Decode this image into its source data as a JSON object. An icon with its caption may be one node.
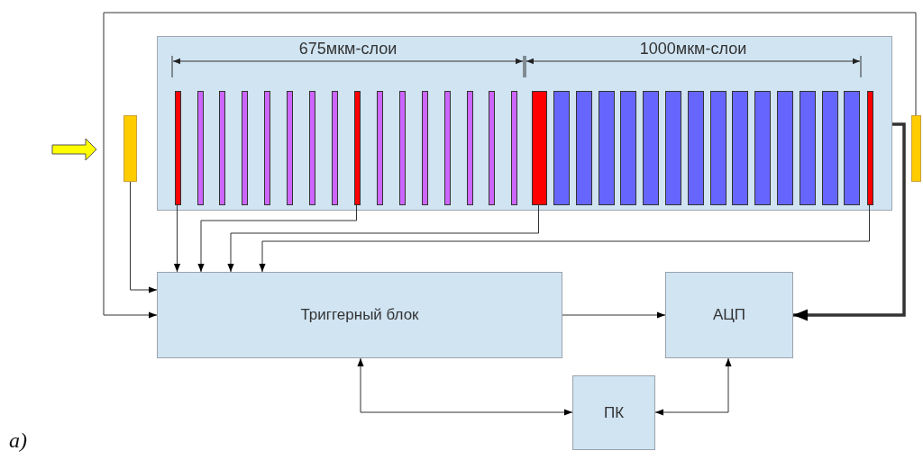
{
  "diagram": {
    "caption": "a)",
    "nodes": [
      {
        "text": [],
        "shape": "box"
      },
      {
        "text": [],
        "shape": "bar",
        "in": 0
      },
      {
        "text": [],
        "shape": "bar",
        "in": 0
      },
      {
        "text": [],
        "shape": "bar",
        "in": 0
      },
      {
        "text": [],
        "shape": "bar",
        "in": 0
      },
      {
        "text": [],
        "shape": "bar",
        "in": 0
      },
      {
        "text": [],
        "shape": "bar",
        "in": 0
      },
      {
        "text": [],
        "shape": "bar",
        "in": 0
      },
      {
        "text": [],
        "shape": "bar",
        "in": 0
      },
      {
        "text": [],
        "shape": "bar",
        "in": 0
      },
      {
        "text": [],
        "shape": "bar",
        "in": 0
      },
      {
        "text": [],
        "shape": "bar",
        "in": 0
      },
      {
        "text": [],
        "shape": "bar",
        "in": 0
      },
      {
        "text": [],
        "shape": "bar",
        "in": 0
      },
      {
        "text": [],
        "shape": "bar",
        "in": 0
      },
      {
        "text": [],
        "shape": "bar",
        "in": 0
      },
      {
        "text": [],
        "shape": "bar",
        "in": 0
      },
      {
        "text": [],
        "shape": "bar",
        "in": 0
      },
      {
        "text": [],
        "shape": "bar",
        "in": 0
      },
      {
        "text": [],
        "shape": "bar",
        "in": 0
      },
      {
        "text": [],
        "shape": "bar",
        "in": 0
      },
      {
        "text": [],
        "shape": "bar",
        "in": 0
      },
      {
        "text": [],
        "shape": "bar",
        "in": 0
      },
      {
        "text": [],
        "shape": "bar",
        "in": 0
      },
      {
        "text": [],
        "shape": "bar",
        "in": 0
      },
      {
        "text": [],
        "shape": "bar",
        "in": 0
      },
      {
        "text": [],
        "shape": "bar",
        "in": 0
      },
      {
        "text": [],
        "shape": "bar",
        "in": 0
      },
      {
        "text": [],
        "shape": "bar",
        "in": 0
      },
      {
        "text": [],
        "shape": "bar",
        "in": 0
      },
      {
        "text": [],
        "shape": "bar",
        "in": 0
      },
      {
        "text": [],
        "shape": "bar",
        "in": 0
      },
      {
        "text": [],
        "shape": "bar",
        "in": 0
      },
      {
        "text": [],
        "shape": "bar"
      },
      {
        "text": [],
        "shape": "bar"
      },
      {
        "text": [
          "Триггерный блок"
        ]
      },
      {
        "text": [
          "АЦП"
        ]
      },
      {
        "text": [
          "ПК"
        ]
      }
    ],
    "edges": [
      {
        "from": 34,
        "to": 35,
        "arrow": "to"
      },
      {
        "from": 33,
        "to": 35,
        "arrow": "to"
      },
      {
        "from": 1,
        "to": 35,
        "arrow": "to"
      },
      {
        "from": 9,
        "to": 35,
        "arrow": "to"
      },
      {
        "from": 17,
        "to": 35,
        "arrow": "to"
      },
      {
        "from": 32,
        "to": 35,
        "arrow": "to"
      },
      {
        "from": 0,
        "to": 36,
        "arrow": "to",
        "style": "thick"
      },
      {
        "from": 35,
        "to": 36,
        "arrow": "to"
      },
      {
        "from": 37,
        "to": 35,
        "arrow": "both"
      },
      {
        "from": 37,
        "to": 36,
        "arrow": "both"
      }
    ],
    "labels": [
      "675мкм-слои",
      "1000мкм-слои"
    ]
  }
}
